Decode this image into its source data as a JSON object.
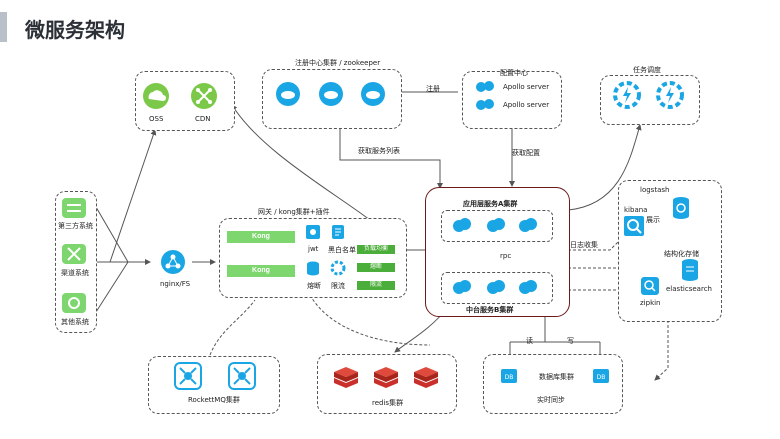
{
  "page_title": "微服务架构",
  "nodes": {
    "oss": "OSS",
    "cdn": "CDN",
    "registry_title": "注册中心集群 / zookeeper",
    "config_title": "配置中心",
    "apollo1": "Apollo server",
    "apollo2": "Apollo server",
    "scheduler_title": "任务调度",
    "third_party": "第三方系统",
    "channel": "渠道系统",
    "other": "其他系统",
    "nginx": "nginx/FS",
    "gateway_title": "网关 / kong集群+插件",
    "kong1": "Kong",
    "kong2": "Kong",
    "jwt": "jwt",
    "blackwhite": "黑白名单",
    "circuit": "熔断",
    "ratelimit": "限流",
    "bar1": "负载均衡",
    "bar2": "熔断",
    "bar3": "限流",
    "app_cluster": "应用层服务A集群",
    "rpc": "rpc",
    "mid_cluster": "中台服务B集群",
    "logstash": "logstash",
    "kibana": "kibana",
    "display": "展示",
    "structured": "结构化存储",
    "elasticsearch": "elasticsearch",
    "zipkin": "zipkin",
    "rocketmq": "RockettMQ集群",
    "redis": "redis集群",
    "db_cluster": "数据库集群",
    "read": "读",
    "write": "写",
    "sync": "实时同步"
  },
  "edges": {
    "register": "注册",
    "get_services": "获取服务列表",
    "get_config": "获取配置",
    "log_collect": "日志收集"
  },
  "colors": {
    "accent": "#1aa6e4",
    "kong": "#7ed66f",
    "bar": "#4cae3a",
    "redis": "#c9302c",
    "cluster_border": "#6b1a1a"
  }
}
